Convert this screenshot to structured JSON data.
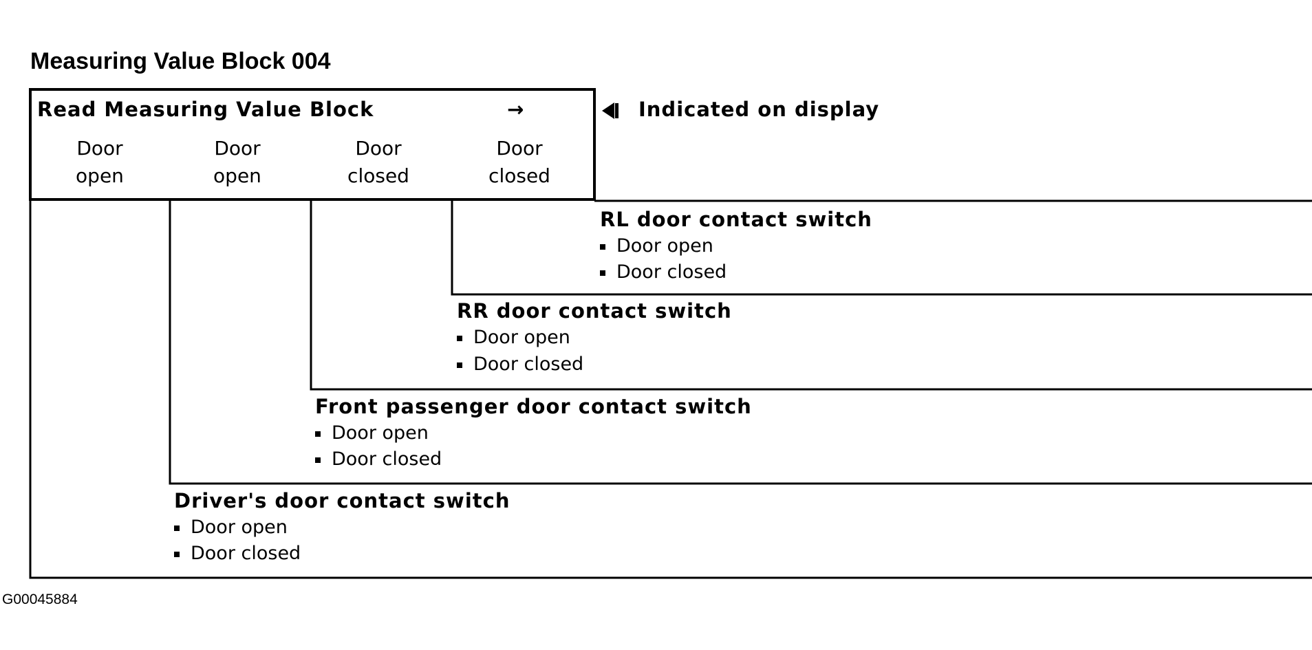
{
  "title": "Measuring Value Block 004",
  "display_box": {
    "header": "Read Measuring Value Block",
    "arrow": "→",
    "values": [
      {
        "line1": "Door",
        "line2": "open"
      },
      {
        "line1": "Door",
        "line2": "open"
      },
      {
        "line1": "Door",
        "line2": "closed"
      },
      {
        "line1": "Door",
        "line2": "closed"
      }
    ]
  },
  "indicated_label": "Indicated on display",
  "switches": [
    {
      "title": "RL door contact switch",
      "items": [
        "Door open",
        "Door closed"
      ]
    },
    {
      "title": "RR door contact switch",
      "items": [
        "Door open",
        "Door closed"
      ]
    },
    {
      "title": "Front passenger door contact switch",
      "items": [
        "Door open",
        "Door closed"
      ]
    },
    {
      "title": "Driver's door contact switch",
      "items": [
        "Door open",
        "Door closed"
      ]
    }
  ],
  "figure_id": "G00045884"
}
